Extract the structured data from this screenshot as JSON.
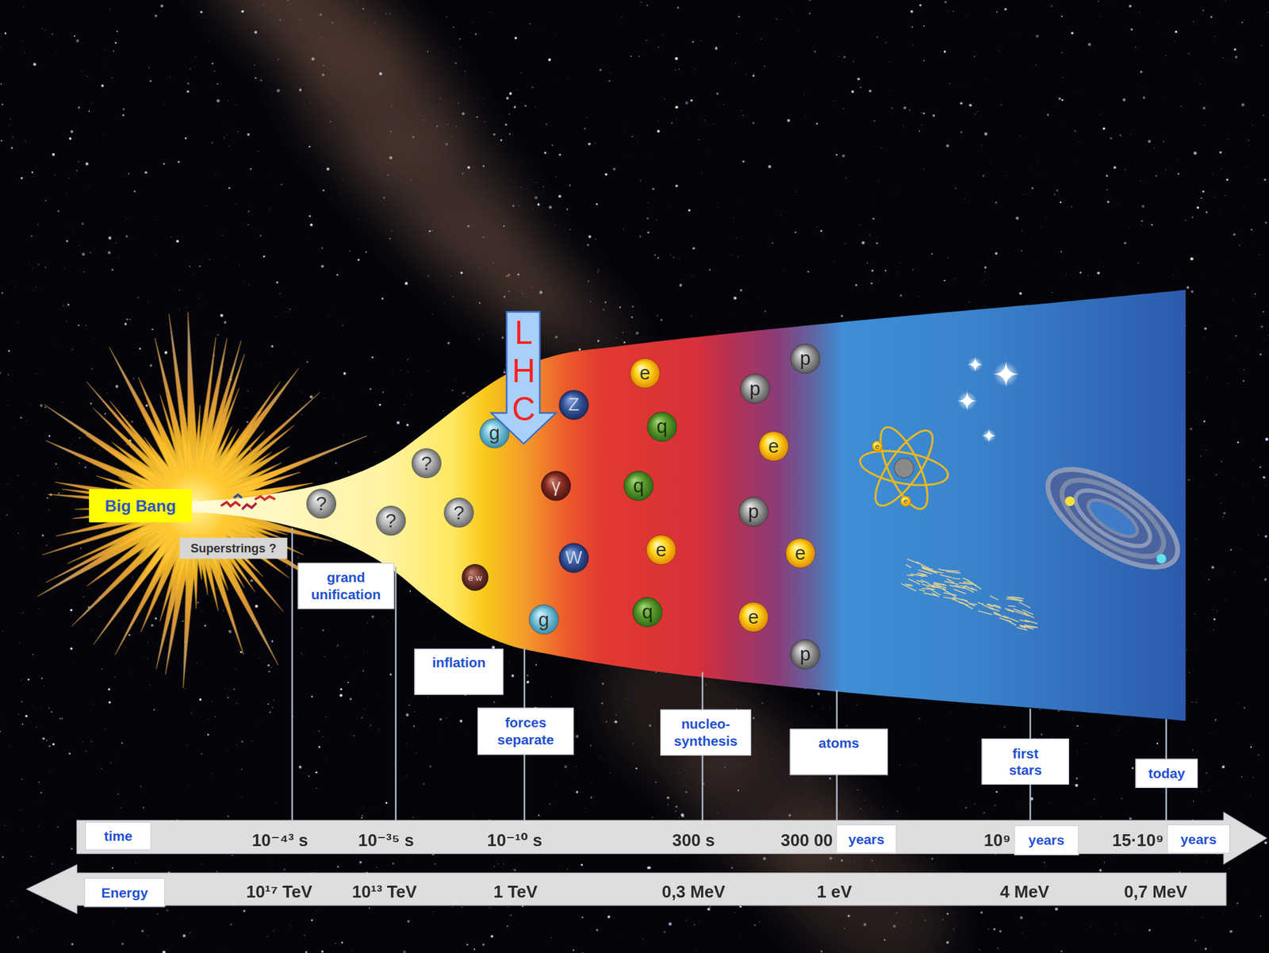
{
  "diagram": {
    "nodes": [
      {
        "text": [
          "Big Bang"
        ]
      },
      {
        "text": [
          "Superstrings ?"
        ]
      },
      {
        "text": [
          "?"
        ]
      },
      {
        "text": [
          "?"
        ]
      },
      {
        "text": [
          "?"
        ]
      },
      {
        "text": [
          "?"
        ]
      },
      {
        "text": [
          "e w"
        ]
      },
      {
        "text": [
          "g"
        ]
      },
      {
        "text": [
          "Z"
        ]
      },
      {
        "text": [
          "γ"
        ]
      },
      {
        "text": [
          "W"
        ]
      },
      {
        "text": [
          "g"
        ]
      },
      {
        "text": [
          "e"
        ]
      },
      {
        "text": [
          "q"
        ]
      },
      {
        "text": [
          "q"
        ]
      },
      {
        "text": [
          "e"
        ]
      },
      {
        "text": [
          "q"
        ]
      },
      {
        "text": [
          "p"
        ]
      },
      {
        "text": [
          "p"
        ]
      },
      {
        "text": [
          "e"
        ]
      },
      {
        "text": [
          "p"
        ]
      },
      {
        "text": [
          "e"
        ]
      },
      {
        "text": [
          "e"
        ]
      },
      {
        "text": [
          "p"
        ]
      },
      {
        "text": [
          "e"
        ]
      },
      {
        "text": [
          "e"
        ]
      },
      {
        "text": [
          "L H C"
        ]
      },
      {
        "text": [
          "grand unification"
        ]
      },
      {
        "text": [
          "inflation"
        ]
      },
      {
        "text": [
          "forces separate"
        ]
      },
      {
        "text": [
          "nucleo- synthesis"
        ]
      },
      {
        "text": [
          "atoms"
        ]
      },
      {
        "text": [
          "first stars"
        ]
      },
      {
        "text": [
          "today"
        ]
      },
      {
        "text": [
          "time"
        ]
      },
      {
        "text": [
          "years"
        ]
      },
      {
        "text": [
          "years"
        ]
      },
      {
        "text": [
          "years"
        ]
      },
      {
        "text": [
          "Energy"
        ]
      }
    ],
    "labels": [
      "10⁻⁴³ s",
      "10⁻³⁵ s",
      "10⁻¹⁰ s",
      "300 s",
      "300 00",
      "10⁹",
      "15·10⁹",
      "10¹⁷ TeV",
      "10¹³ TeV",
      "1 TeV",
      "0,3 MeV",
      "1 eV",
      "4 MeV",
      "0,7 MeV"
    ]
  }
}
